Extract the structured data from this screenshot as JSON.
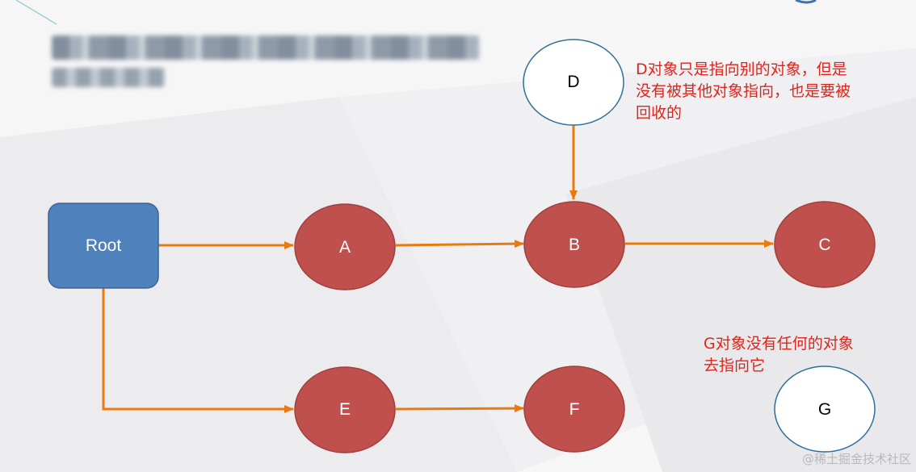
{
  "nodes": {
    "root": {
      "label": "Root",
      "fill": "#4f81bd"
    },
    "a": {
      "label": "A",
      "fill": "#c0504d"
    },
    "b": {
      "label": "B",
      "fill": "#c0504d"
    },
    "c": {
      "label": "C",
      "fill": "#c0504d"
    },
    "d": {
      "label": "D",
      "fill": "#ffffff"
    },
    "e": {
      "label": "E",
      "fill": "#c0504d"
    },
    "f": {
      "label": "F",
      "fill": "#c0504d"
    },
    "g": {
      "label": "G",
      "fill": "#ffffff"
    }
  },
  "edges": [
    {
      "from": "Root",
      "to": "A"
    },
    {
      "from": "A",
      "to": "B"
    },
    {
      "from": "B",
      "to": "C"
    },
    {
      "from": "D",
      "to": "B"
    },
    {
      "from": "Root",
      "to": "E"
    },
    {
      "from": "E",
      "to": "F"
    }
  ],
  "colors": {
    "arrow": "#e97a10",
    "annotation": "#e0241b",
    "node_outline": "#2e6f9a"
  },
  "annotations": {
    "d_note_line1": "D对象只是指向别的对象，但是",
    "d_note_line2": "没有被其他对象指向，也是要被",
    "d_note_line3": "回收的",
    "g_note_line1": "G对象没有任何的对象",
    "g_note_line2": "去指向它"
  },
  "watermark": "@稀土掘金技术社区"
}
